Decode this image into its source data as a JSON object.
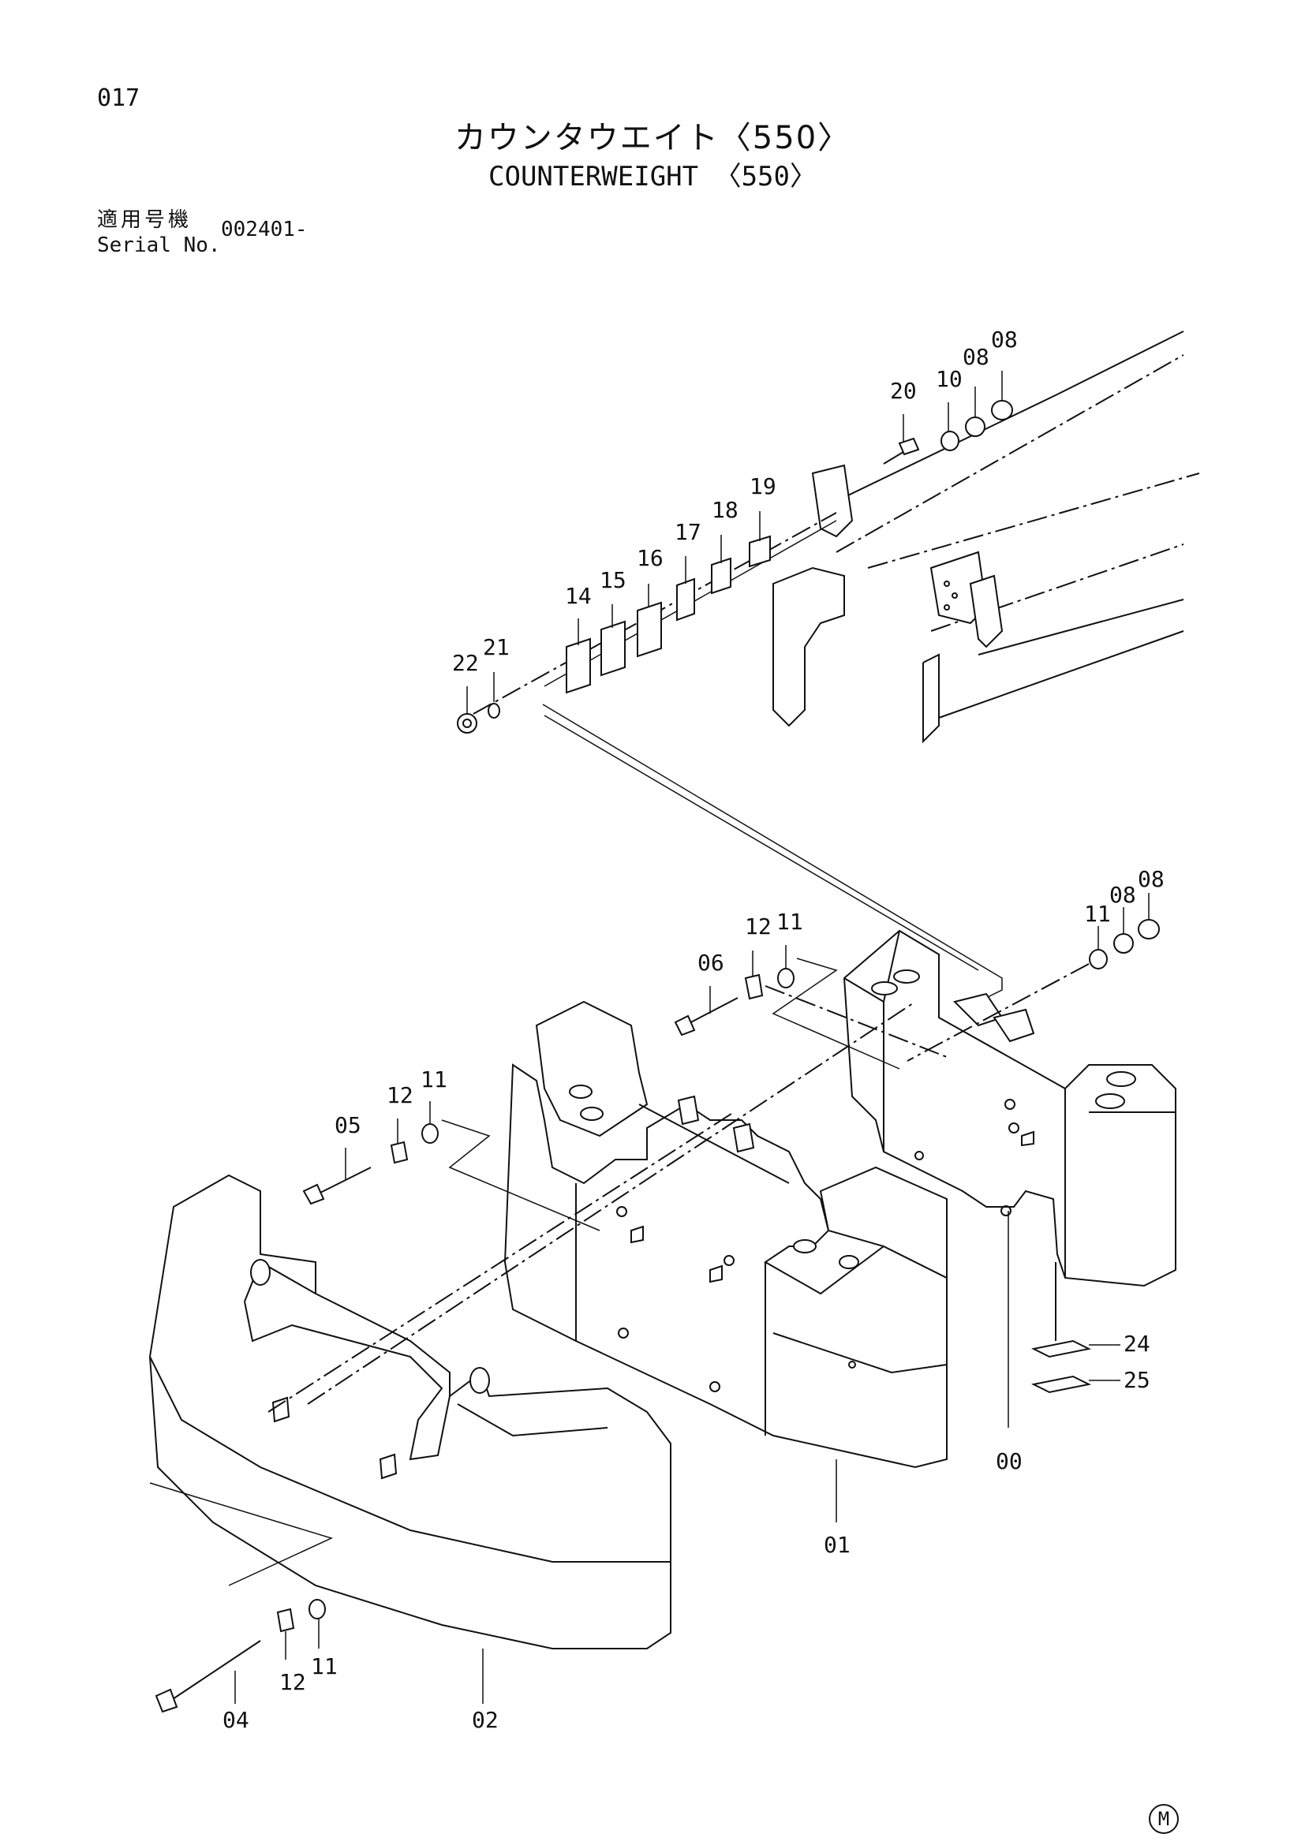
{
  "page_number": "017",
  "title_jp": "カウンタウエイト〈550〉",
  "title_en": "COUNTERWEIGHT 〈550〉",
  "serial": {
    "label_jp": "適用号機",
    "label_en": "Serial No.",
    "value": "002401-"
  },
  "mark": "M",
  "callouts": {
    "c20": "20",
    "c10": "10",
    "c08a": "08",
    "c08b": "08",
    "c19": "19",
    "c18": "18",
    "c17": "17",
    "c16": "16",
    "c15": "15",
    "c14": "14",
    "c22": "22",
    "c21": "21",
    "c06": "06",
    "c12a": "12",
    "c11a": "11",
    "c11b": "11",
    "c08c": "08",
    "c08d": "08",
    "c05": "05",
    "c12b": "12",
    "c11c": "11",
    "c24": "24",
    "c25": "25",
    "c00": "00",
    "c01": "01",
    "c04": "04",
    "c12c": "12",
    "c11d": "11",
    "c02": "02"
  }
}
